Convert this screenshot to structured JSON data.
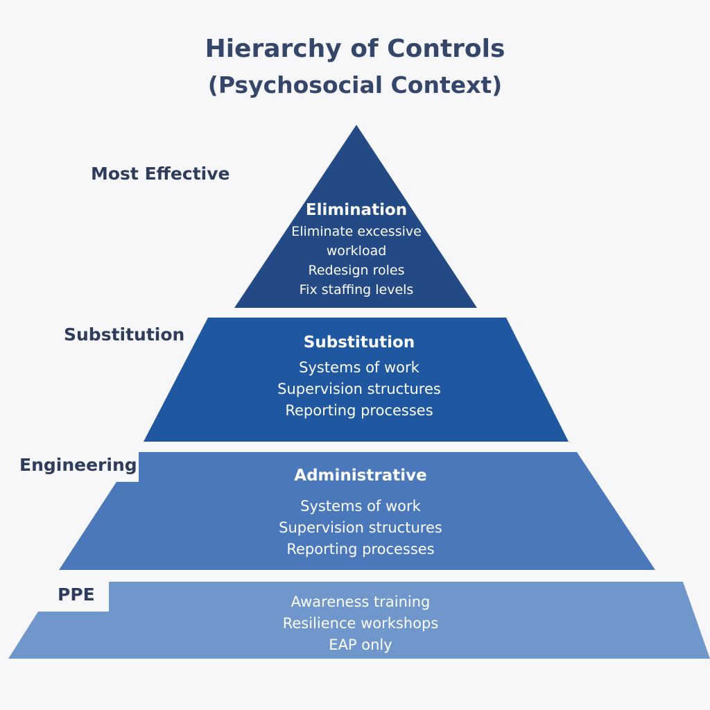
{
  "title": "Hierarchy of Controls",
  "subtitle": "(Psychosocial Context)",
  "side_labels": [
    "Most Effective",
    "Substitution",
    "Engineering",
    "PPE"
  ],
  "colors": {
    "tier1": "#244a85",
    "tier2": "#1f58a0",
    "tier3": "#4a78bb",
    "tier4": "#7097cc",
    "text": "#2e3d5c"
  },
  "tiers": [
    {
      "heading": "Elimination",
      "lines": [
        "Eliminate excessive",
        "workload",
        "Redesign roles",
        "Fix staffing levels"
      ]
    },
    {
      "heading": "Substitution",
      "lines": [
        "Systems of work",
        "Supervision structures",
        "Reporting processes"
      ]
    },
    {
      "heading": "Administrative",
      "lines": [
        "Systems of work",
        "Supervision structures",
        "Reporting processes"
      ]
    },
    {
      "lines": [
        "Awareness training",
        "Resilience workshops",
        "EAP only"
      ]
    }
  ]
}
